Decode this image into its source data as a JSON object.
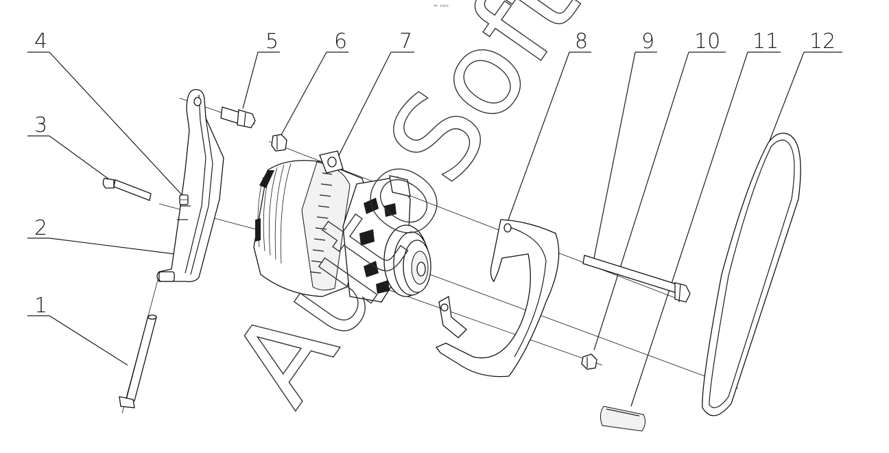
{
  "header_mark": "▭ ▫▫▫",
  "callouts": [
    "1",
    "2",
    "3",
    "4",
    "5",
    "6",
    "7",
    "8",
    "9",
    "10",
    "11",
    "12"
  ],
  "watermark": "AutoSoft",
  "colors": {
    "line": "#1a1a1a",
    "background": "#ffffff",
    "fill": "#f2f2f2"
  }
}
